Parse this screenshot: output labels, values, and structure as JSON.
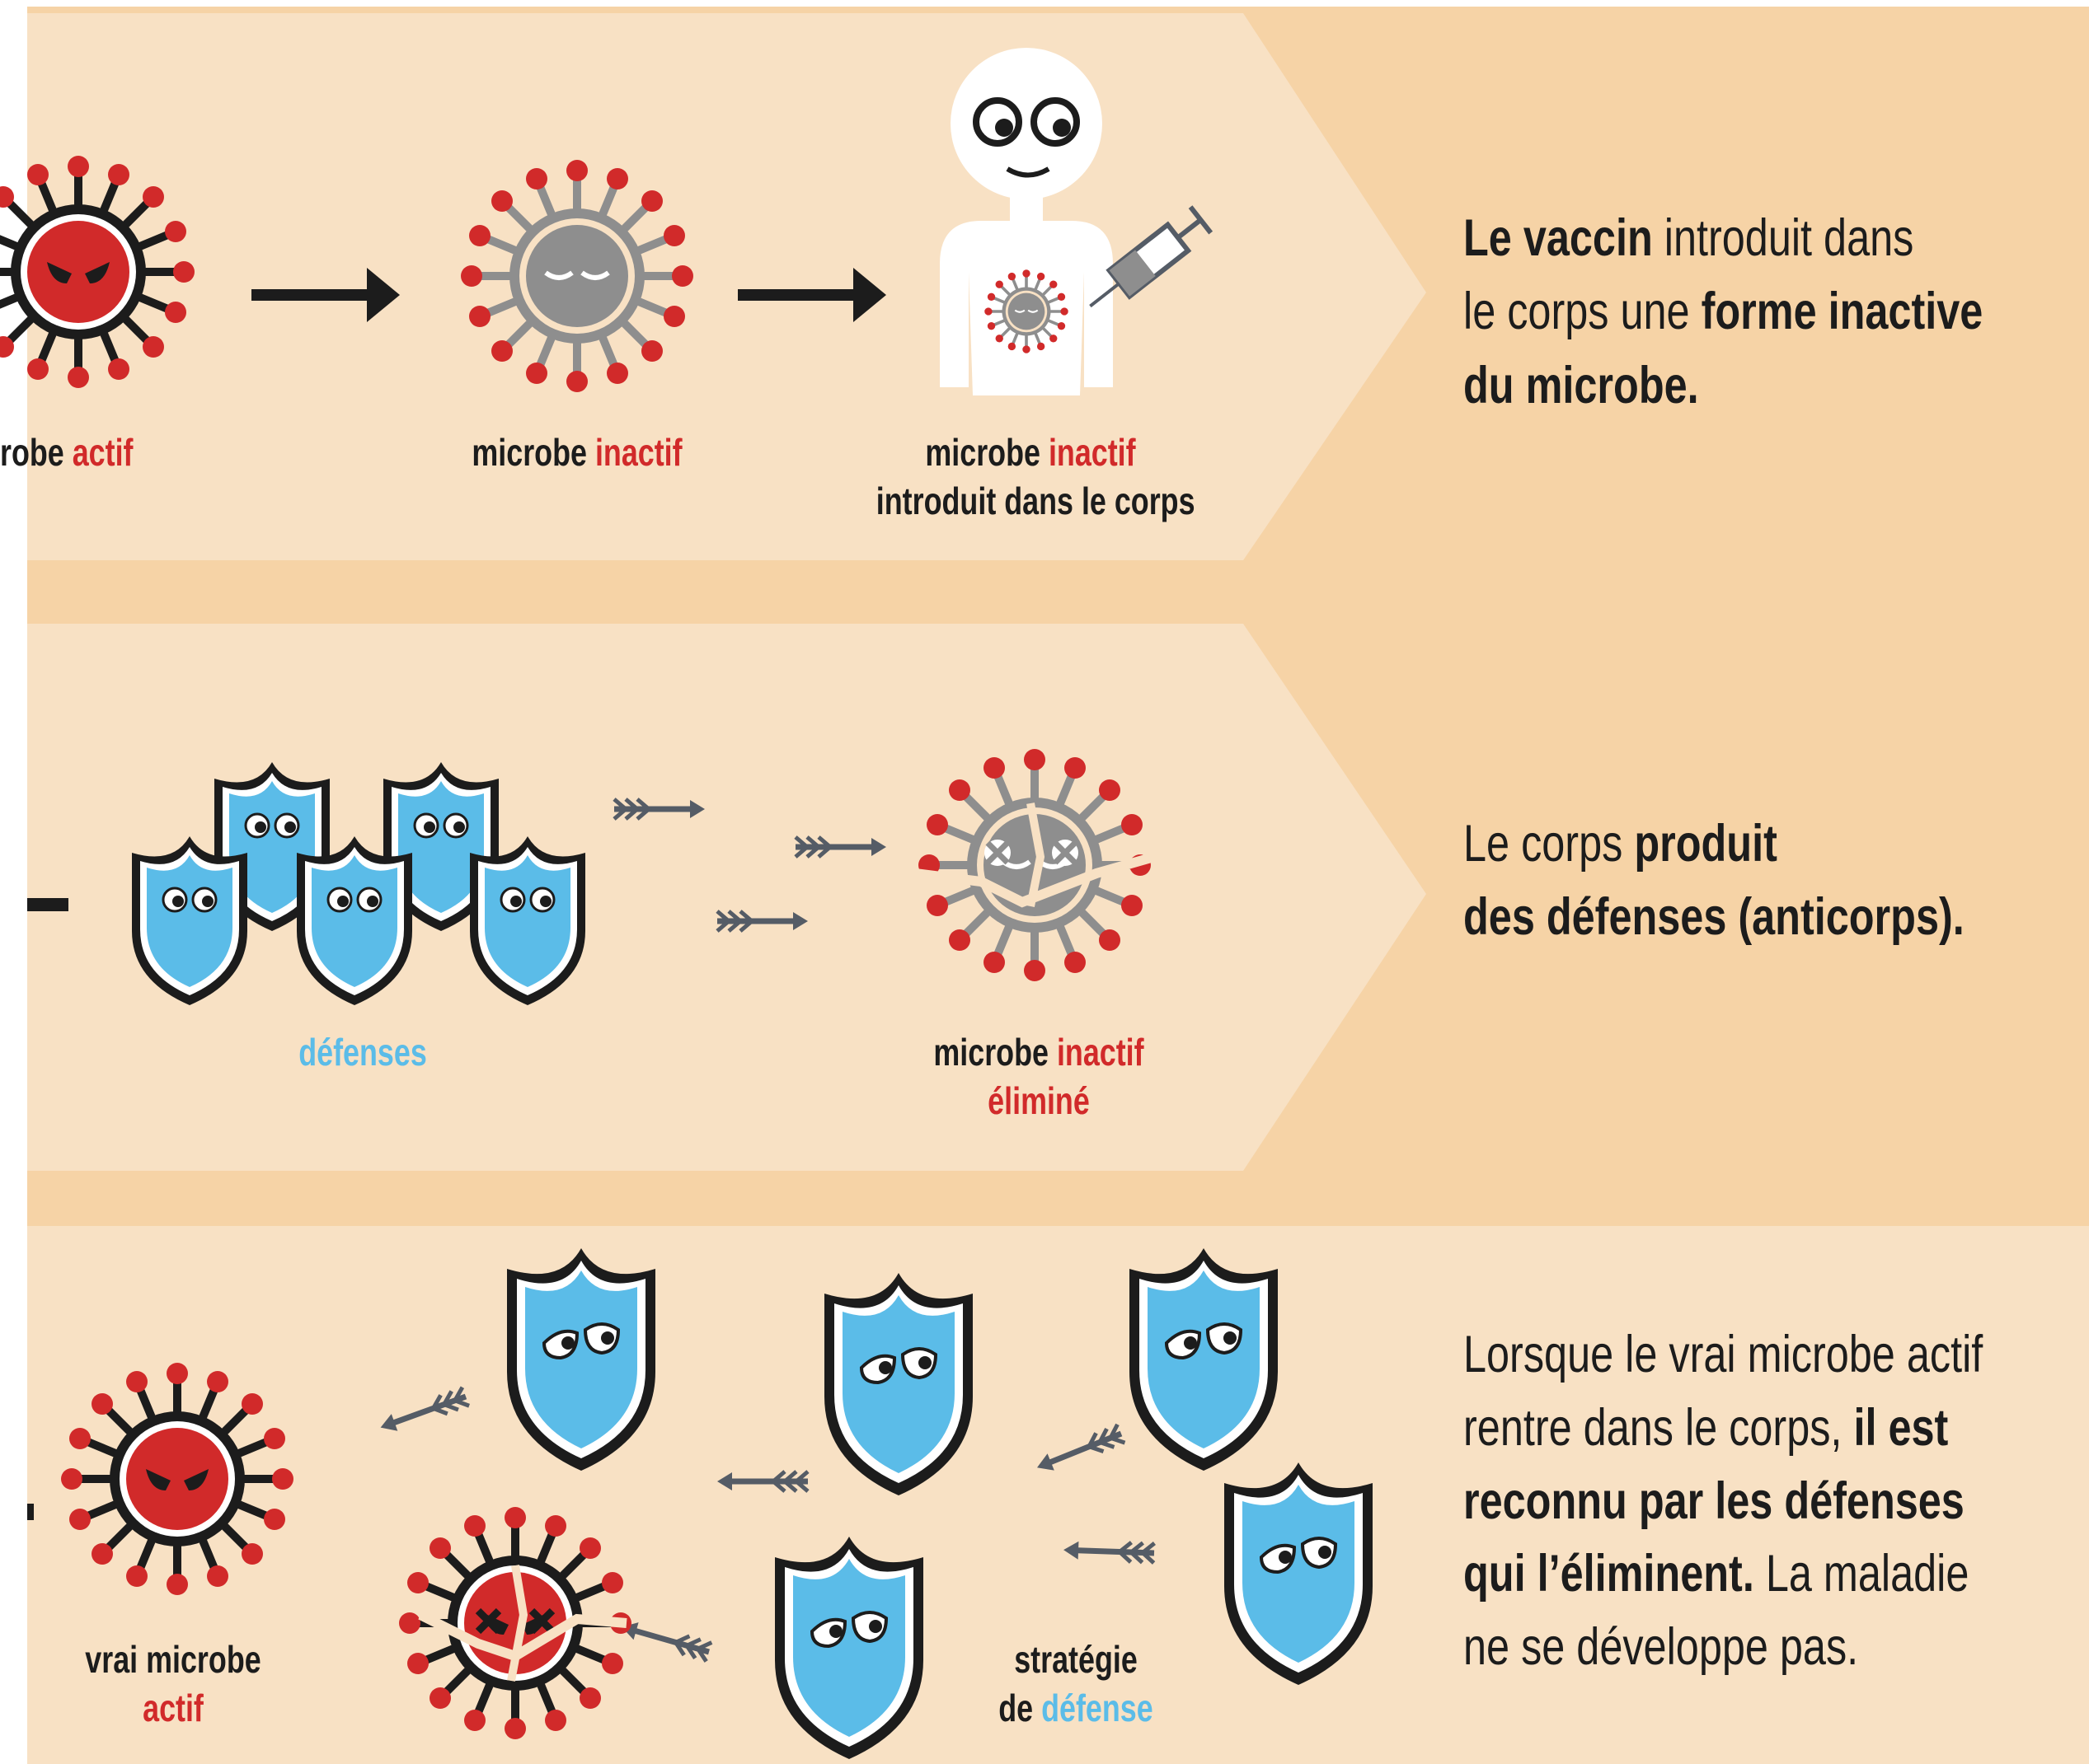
{
  "colors": {
    "band_bg": "#f8e1c4",
    "outer_bg": "#f6d3a6",
    "active_red": "#d12a2a",
    "defense_blue": "#5bbce8",
    "inactive_grey": "#8e8e8e",
    "ink": "#1c1c1c"
  },
  "step1": {
    "label_active": {
      "part1": "robe",
      "part2": "actif"
    },
    "label_inactive": {
      "part1": "microbe",
      "part2": "inactif"
    },
    "label_injected": {
      "line1a": "microbe",
      "line1b": "inactif",
      "line2": "introduit dans le corps"
    },
    "text": {
      "bold1": "Le vaccin",
      "plain1": " introduit dans",
      "plain2": "le corps une ",
      "bold2": "forme inactive",
      "bold3": "du microbe."
    },
    "icons": [
      "active-microbe-icon",
      "arrow-icon",
      "inactive-microbe-icon",
      "arrow-icon",
      "person-icon",
      "syringe-icon"
    ]
  },
  "step2": {
    "label_defenses": "défenses",
    "label_eliminated": {
      "line1a": "microbe",
      "line1b": "inactif",
      "line2": "éliminé"
    },
    "text": {
      "plain1": "Le corps ",
      "bold1": "produit",
      "bold2": "des défenses (anticorps)."
    },
    "icons": [
      "shield-icon",
      "dart-icon",
      "broken-microbe-icon"
    ]
  },
  "step3": {
    "label_real": {
      "line1": "vrai microbe",
      "line2": "actif"
    },
    "label_strategy": {
      "line1": "stratégie",
      "line2a": "de",
      "line2b": "défense"
    },
    "text": {
      "plain1": "Lorsque le vrai microbe actif",
      "plain2": "rentre dans le corps, ",
      "bold1": "il est",
      "bold2": "reconnu par les défenses",
      "bold3": "qui l’éliminent.",
      "plain3": " La maladie",
      "plain4": "ne se développe pas."
    },
    "icons": [
      "angry-shield-icon",
      "dart-icon",
      "active-microbe-icon",
      "broken-active-microbe-icon"
    ]
  }
}
